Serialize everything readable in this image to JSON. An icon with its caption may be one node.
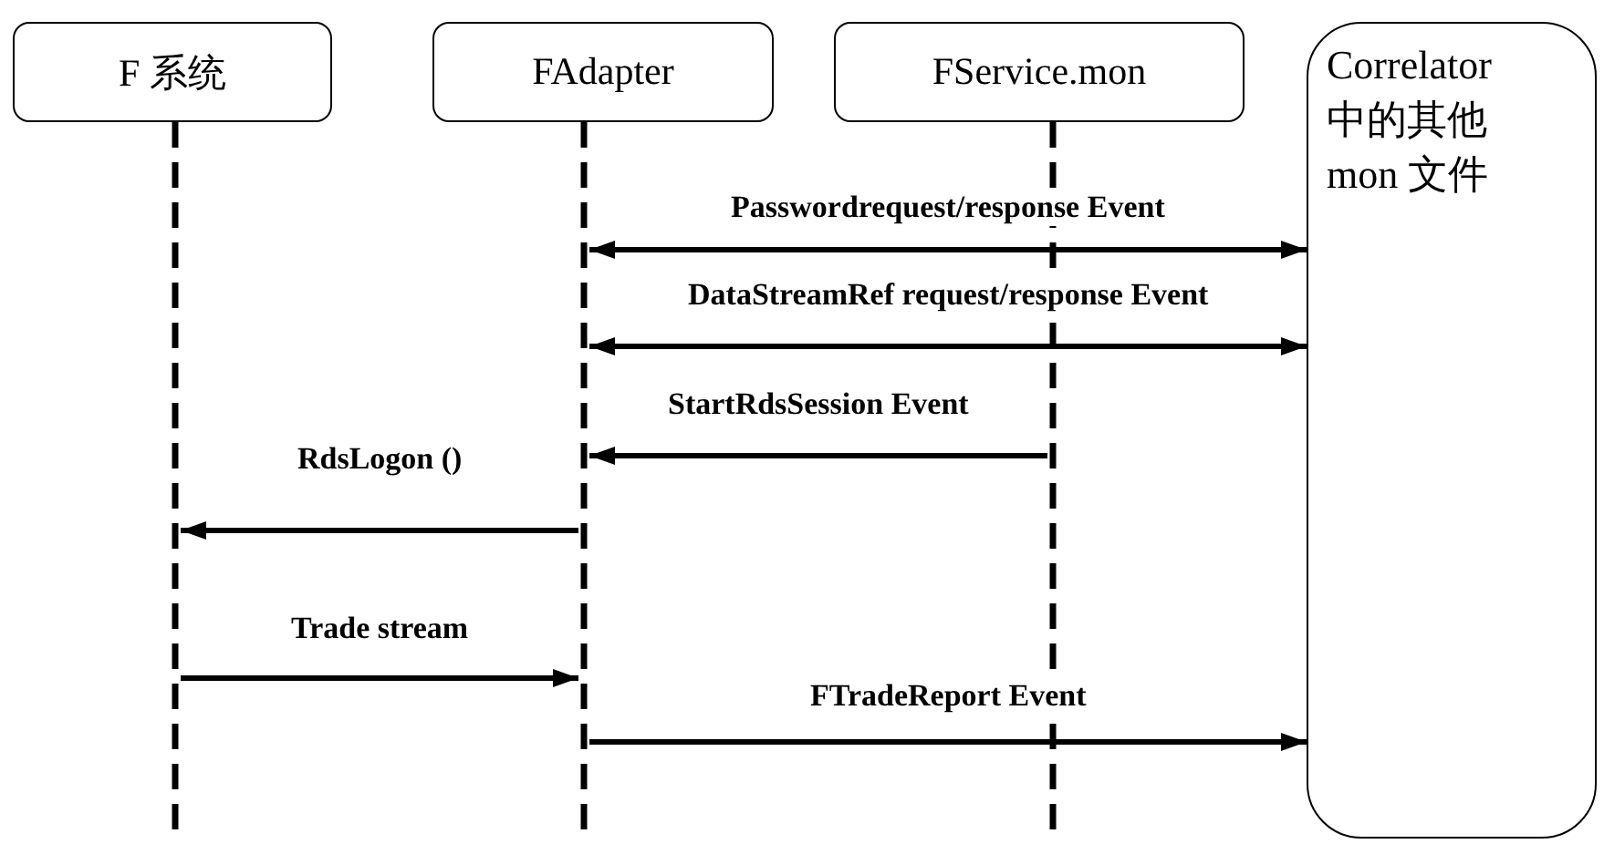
{
  "diagram": {
    "nodes": [
      {
        "text": [
          "F 系统"
        ]
      },
      {
        "text": [
          "FAdapter"
        ]
      },
      {
        "text": [
          "FService.mon"
        ]
      },
      {
        "text": [
          "Correlator 中的其他 mon 文件"
        ]
      },
      {
        "text": [],
        "shape": "line"
      },
      {
        "text": [],
        "shape": "line"
      },
      {
        "text": [],
        "shape": "line"
      }
    ],
    "edges": [
      {
        "from": 5,
        "to": 3,
        "arrow": "both",
        "label": "Passwordrequest/response Event"
      },
      {
        "from": 5,
        "to": 3,
        "arrow": "both",
        "label": "DataStreamRef request/response Event"
      },
      {
        "from": 6,
        "to": 5,
        "arrow": "to",
        "label": "StartRdsSession Event"
      },
      {
        "from": 5,
        "to": 4,
        "arrow": "to",
        "label": "RdsLogon ()"
      },
      {
        "from": 4,
        "to": 5,
        "arrow": "to",
        "label": "Trade stream"
      },
      {
        "from": 5,
        "to": 3,
        "arrow": "to",
        "label": "FTradeReport Event"
      }
    ]
  }
}
